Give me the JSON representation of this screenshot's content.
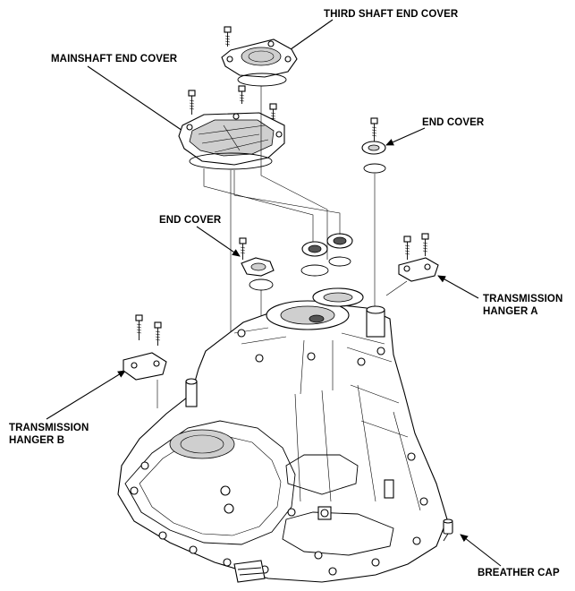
{
  "labels": {
    "third_shaft_end_cover": "THIRD SHAFT END COVER",
    "mainshaft_end_cover": "MAINSHAFT END COVER",
    "end_cover_right": "END COVER",
    "end_cover_left": "END COVER",
    "transmission_hanger_a_line1": "TRANSMISSION",
    "transmission_hanger_a_line2": "HANGER A",
    "transmission_hanger_b_line1": "TRANSMISSION",
    "transmission_hanger_b_line2": "HANGER B",
    "breather_cap": "BREATHER CAP"
  }
}
